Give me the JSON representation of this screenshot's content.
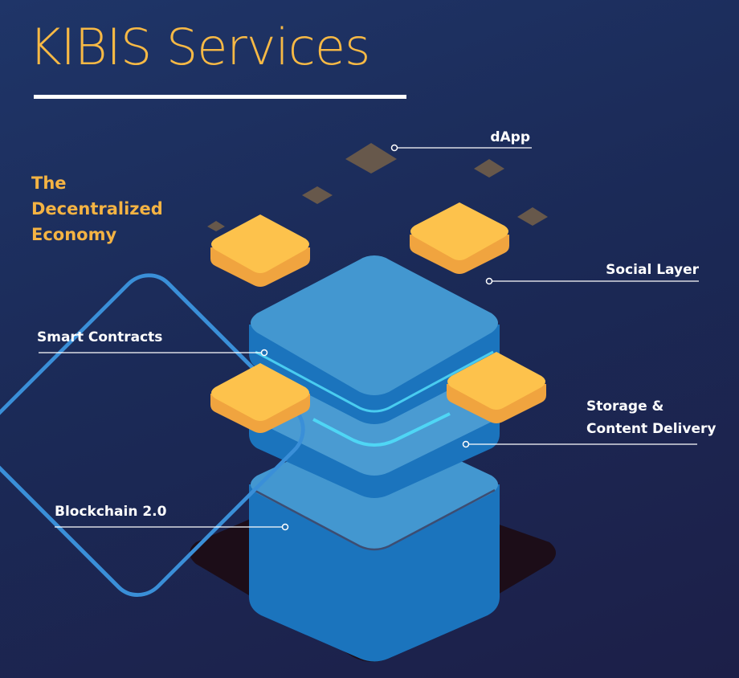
{
  "title": "KIBIS Services",
  "tagline": [
    "The",
    "Decentralized",
    "Economy"
  ],
  "layers": {
    "dapp": "dApp",
    "social": "Social Layer",
    "smart": "Smart Contracts",
    "storage": [
      "Storage &",
      "Content Delivery"
    ],
    "blockchain": "Blockchain 2.0"
  },
  "colors": {
    "title": "#f7b945",
    "tagline": "#f4b343",
    "cube_top": "#4397d0",
    "cube_side": "#1b74bd",
    "ring": "#3a8fd8",
    "ring_glow": "#4fd6f5",
    "tile_top": "#fdc24c",
    "tile_side": "#f0a43f",
    "diamond": "#67584b",
    "shadow": "#1c0d18"
  }
}
